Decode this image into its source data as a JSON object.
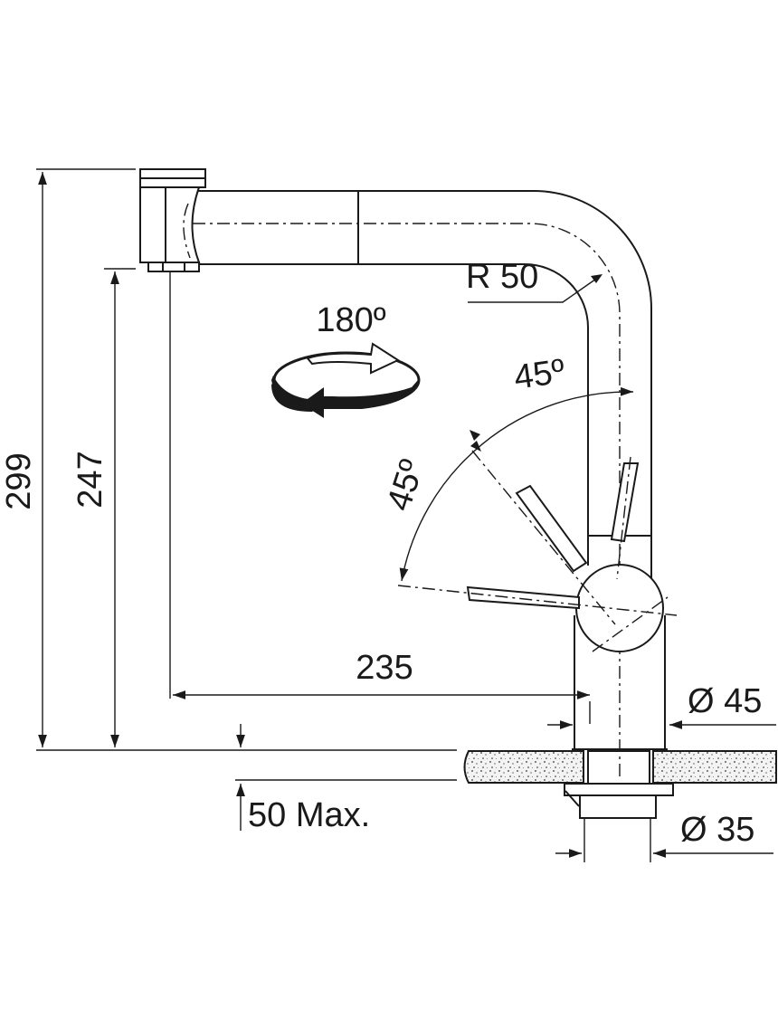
{
  "dimensions": {
    "total_height": "299",
    "spout_height": "247",
    "reach": "235",
    "radius": "R 50",
    "rotation": "180º",
    "angle_upper": "45º",
    "angle_lower": "45º",
    "body_diameter": "Ø 45",
    "hole_diameter": "Ø 35",
    "max_thickness": "50 Max."
  },
  "colors": {
    "line": "#1a1a1a",
    "background": "#ffffff",
    "countertop_fill": "#f3f3f3"
  },
  "icons": [
    "rotation-arrow-icon",
    "dimension-arrow-icon"
  ]
}
